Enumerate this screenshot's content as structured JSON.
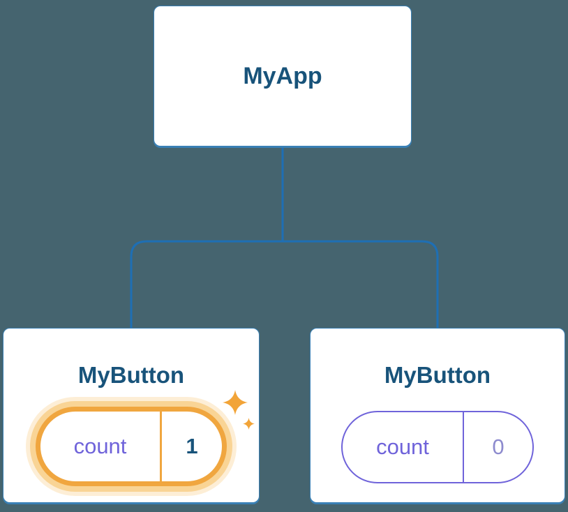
{
  "diagram": {
    "root": {
      "label": "MyApp"
    },
    "children": [
      {
        "label": "MyButton",
        "state": {
          "key": "count",
          "value": "1"
        },
        "highlighted": true
      },
      {
        "label": "MyButton",
        "state": {
          "key": "count",
          "value": "0"
        },
        "highlighted": false
      }
    ],
    "colors": {
      "background": "#45646f",
      "connector": "#1e6fb4",
      "card_bg": "#ffffff",
      "card_border": "#3a80b5",
      "card_text": "#18537a",
      "state_key": "#6f63da",
      "state_value_idle": "#8d8bce",
      "highlight": "#f0a63f",
      "highlight_glow": "#f8cf8a",
      "sparkle": "#f2a438"
    }
  }
}
